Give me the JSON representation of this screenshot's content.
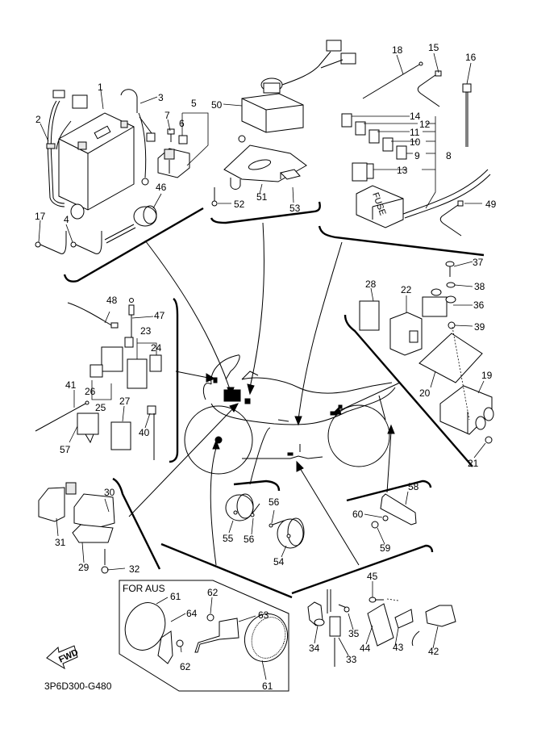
{
  "diagram": {
    "title_code": "3P6D300-G480",
    "fwd_label": "FWD",
    "inset_title": "FOR AUS",
    "fuse_cover_text": "FUSE",
    "callouts": {
      "c1": "1",
      "c2": "2",
      "c3": "3",
      "c4": "4",
      "c5": "5",
      "c6": "6",
      "c7": "7",
      "c8": "8",
      "c9": "9",
      "c10": "10",
      "c11": "11",
      "c12": "12",
      "c13": "13",
      "c14": "14",
      "c15": "15",
      "c16": "16",
      "c17": "17",
      "c18": "18",
      "c19": "19",
      "c20": "20",
      "c21": "21",
      "c22": "22",
      "c23": "23",
      "c24": "24",
      "c25": "25",
      "c26": "26",
      "c27": "27",
      "c28": "28",
      "c29": "29",
      "c30": "30",
      "c31": "31",
      "c32": "32",
      "c33": "33",
      "c34": "34",
      "c35": "35",
      "c36": "36",
      "c37": "37",
      "c38": "38",
      "c39": "39",
      "c40": "40",
      "c41": "41",
      "c42": "42",
      "c43": "43",
      "c44": "44",
      "c45": "45",
      "c46": "46",
      "c47": "47",
      "c48": "48",
      "c49": "49",
      "c50": "50",
      "c51": "51",
      "c52": "52",
      "c53": "53",
      "c54": "54",
      "c55": "55",
      "c56a": "56",
      "c56b": "56",
      "c57": "57",
      "c58": "58",
      "c59": "59",
      "c60": "60",
      "c61a": "61",
      "c61b": "61",
      "c62a": "62",
      "c62b": "62",
      "c63": "63",
      "c64": "64"
    }
  }
}
